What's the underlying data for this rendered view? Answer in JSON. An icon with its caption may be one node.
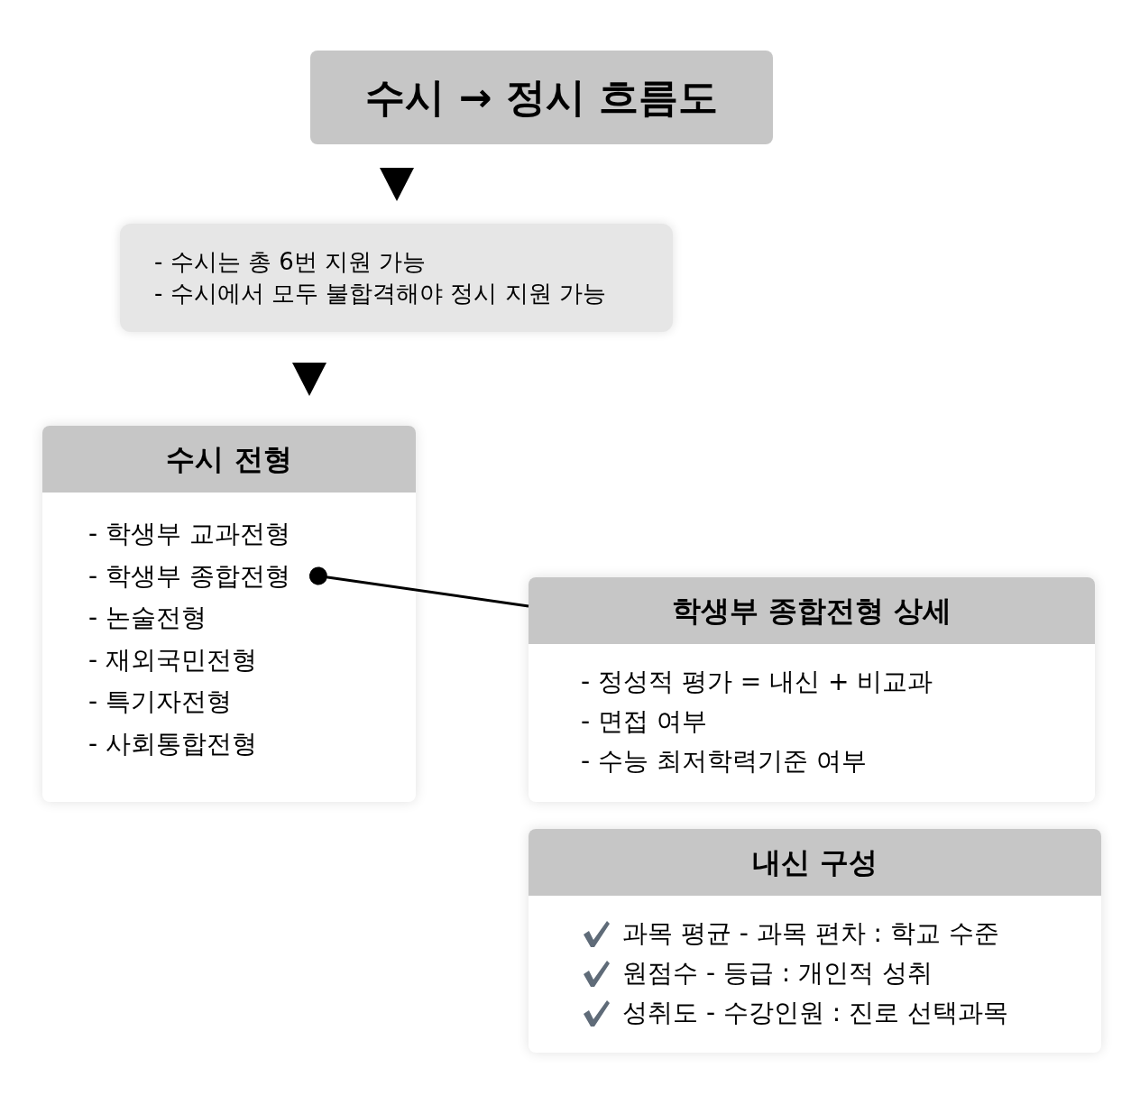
{
  "diagram": {
    "nodes": [
      {
        "text": [
          "수시 → 정시 흐름도"
        ]
      },
      {
        "text": [
          "- 수시는 총 6번 지원 가능",
          "- 수시에서 모두 불합격해야 정시 지원 가능"
        ]
      },
      {
        "text": [
          "수시 전형"
        ]
      },
      {
        "text": [
          "- 학생부 교과전형"
        ],
        "in": 2
      },
      {
        "text": [
          "- 학생부 종합전형"
        ],
        "in": 2
      },
      {
        "text": [
          "- 논술전형"
        ],
        "in": 2
      },
      {
        "text": [
          "- 재외국민전형"
        ],
        "in": 2
      },
      {
        "text": [
          "- 특기자전형"
        ],
        "in": 2
      },
      {
        "text": [
          "- 사회통합전형"
        ],
        "in": 2
      },
      {
        "text": [
          "학생부 종합전형 상세",
          "- 정성적 평가 = 내신 + 비교과",
          "- 면접 여부",
          "- 수능 최저학력기준 여부"
        ]
      },
      {
        "text": [
          "내신 구성",
          "과목 평균 - 과목 편차 : 학교 수준",
          "원점수 - 등급 : 개인적 성취",
          "성취도 - 수강인원 : 진로 선택과목"
        ]
      }
    ],
    "edges": [
      {
        "from": 0,
        "to": 1,
        "arrow": "to"
      },
      {
        "from": 1,
        "to": 2,
        "arrow": "to"
      },
      {
        "from": 4,
        "to": 9,
        "arrow": "other"
      }
    ]
  }
}
